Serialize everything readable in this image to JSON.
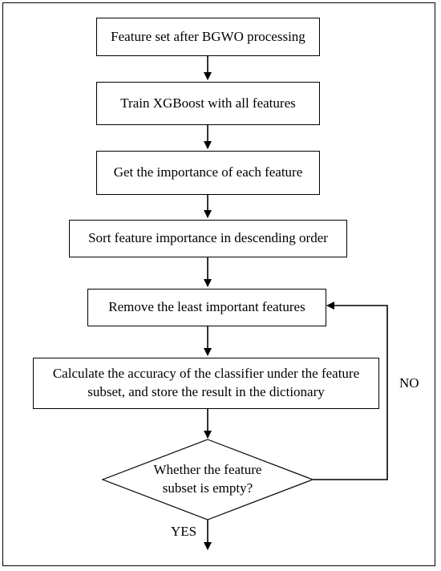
{
  "flowchart": {
    "steps": {
      "feature_set": "Feature set after BGWO processing",
      "train": "Train XGBoost with all features",
      "importance": "Get the importance of each feature",
      "sort": "Sort feature importance in descending order",
      "remove": "Remove the least important features",
      "calculate": "Calculate the accuracy of the classifier under the feature subset, and store the result in the dictionary"
    },
    "decision": "Whether the feature subset is empty?",
    "labels": {
      "no": "NO",
      "yes": "YES"
    }
  }
}
